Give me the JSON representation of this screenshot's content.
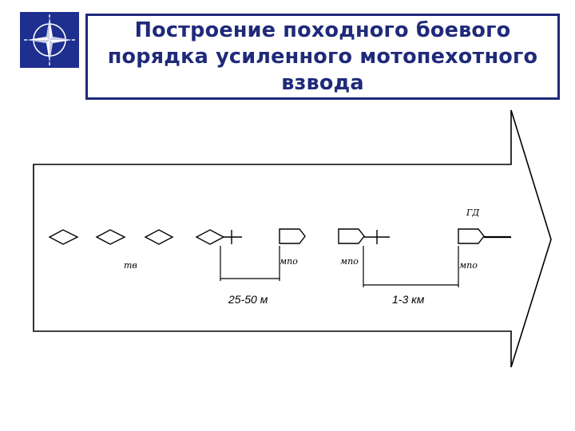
{
  "logo": {
    "icon": "compass-rose-icon",
    "background": "#1f2f8f"
  },
  "title": {
    "lines": [
      "Построение походного боевого",
      "порядка усиленного мотопехотного",
      "взвода"
    ],
    "color": "#1f2a7a"
  },
  "diagram": {
    "labels": {
      "tanks": "тв",
      "recon_patrol": "ГД",
      "squad_1": "мпо",
      "squad_2": "мпо",
      "squad_3": "мпо"
    },
    "distances": {
      "tank_to_squad": "25-50 м",
      "squad_to_squad": "1-3 км"
    }
  }
}
